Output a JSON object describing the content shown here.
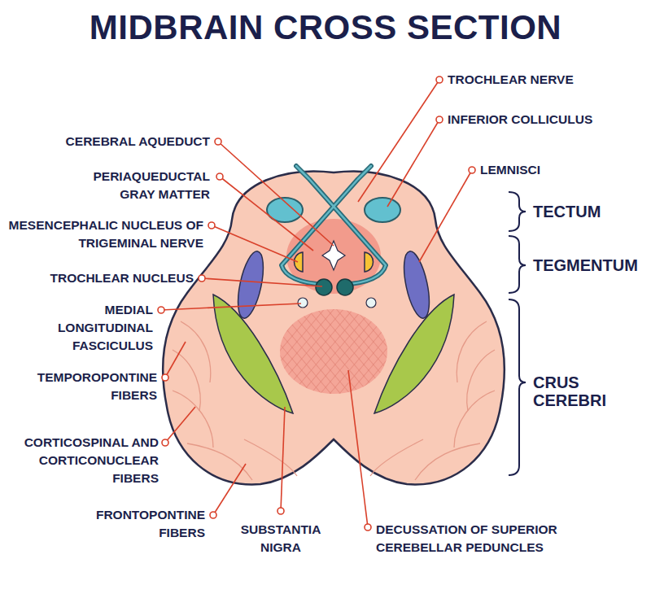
{
  "diagram": {
    "title": "MIDBRAIN CROSS SECTION",
    "labels": [
      "TROCHLEAR NERVE",
      "INFERIOR COLLICULUS",
      "CEREBRAL AQUEDUCT",
      "LEMNISCI",
      "PERIAQUEDUCTAL GRAY MATTER",
      "TECTUM",
      "MESENCEPHALIC NUCLEUS OF TRIGEMINAL NERVE",
      "TEGMENTUM",
      "TROCHLEAR NUCLEUS",
      "MEDIAL LONGITUDINAL FASCICULUS",
      "CRUS CEREBRI",
      "TEMPOROPONTINE FIBERS",
      "CORTICOSPINAL AND CORTICONUCLEAR FIBERS",
      "FRONTOPONTINE FIBERS",
      "SUBSTANTIA NIGRA",
      "DECUSSATION OF SUPERIOR CEREBELLAR PEDUNCLES"
    ]
  }
}
